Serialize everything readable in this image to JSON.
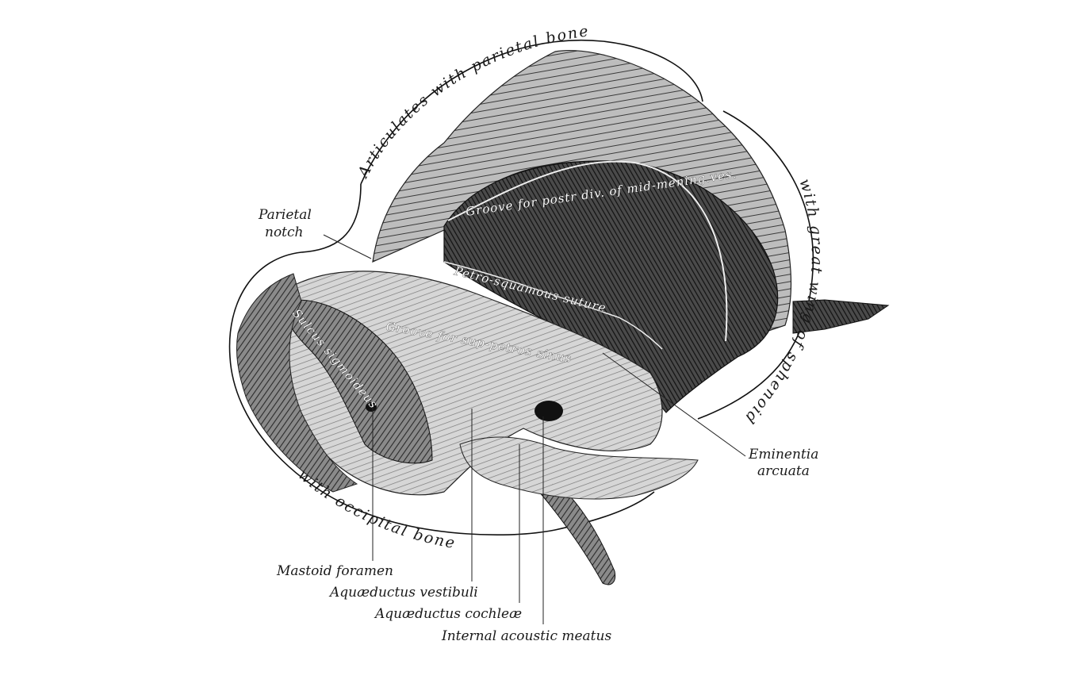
{
  "figure": {
    "region_labels": {
      "parietal": "Articulates with parietal bone",
      "sphenoid": "with great wing of sphenoid",
      "occipital": "with occipital bone"
    },
    "inner_labels": {
      "groove_post_div": "Groove for postr div. of mid-mening.ves.",
      "petro_squamous": "Petro-squamous suture",
      "groove_sup_petros": "Groove for sup-petros sinus",
      "sulcus_sigmoideus": "Sulcus sigmoideus"
    },
    "callouts": {
      "parietal_notch_line1": "Parietal",
      "parietal_notch_line2": "notch",
      "eminentia_line1": "Eminentia",
      "eminentia_line2": "arcuata",
      "mastoid_foramen": "Mastoid foramen",
      "aquaeductus_vestibuli": "Aquæductus vestibuli",
      "aquaeductus_cochleae": "Aquæductus cochleæ",
      "internal_acoustic_meatus": "Internal acoustic meatus"
    }
  }
}
